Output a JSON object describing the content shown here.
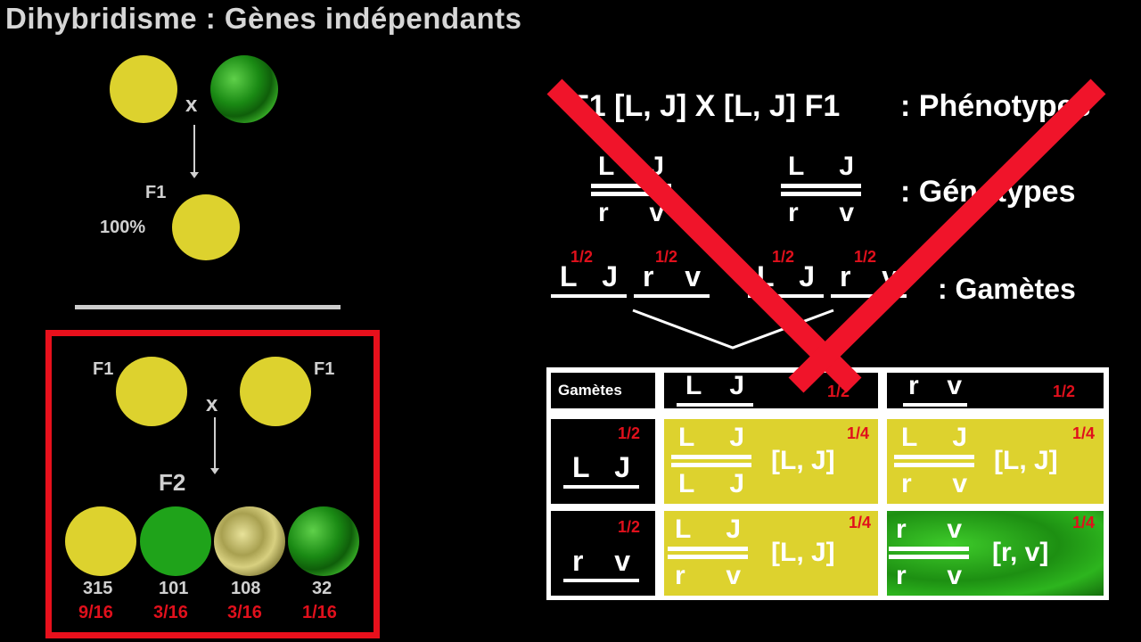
{
  "title": "Dihybridisme : Gènes indépendants",
  "left": {
    "cross_symbol": "x",
    "f1_label": "F1",
    "f1_percent": "100%",
    "box": {
      "f1_left": "F1",
      "f1_right": "F1",
      "cross_symbol": "x",
      "f2_label": "F2",
      "counts": [
        "315",
        "101",
        "108",
        "32"
      ],
      "ratios": [
        "9/16",
        "3/16",
        "3/16",
        "1/16"
      ]
    }
  },
  "right": {
    "phenotypes_line": "F1 [L, J] X [L, J] F1",
    "phenotypes_label": ": Phénotypes",
    "genotypes_label": ": Génotypes",
    "gametes_label": ": Gamètes",
    "genotype1": {
      "top": [
        "L",
        "J"
      ],
      "bottom": [
        "r",
        "v"
      ]
    },
    "genotype2": {
      "top": [
        "L",
        "J"
      ],
      "bottom": [
        "r",
        "v"
      ]
    },
    "gametes": [
      {
        "alleles": [
          "L",
          "J"
        ],
        "freq": "1/2"
      },
      {
        "alleles": [
          "r",
          "v"
        ],
        "freq": "1/2"
      },
      {
        "alleles": [
          "L",
          "J"
        ],
        "freq": "1/2"
      },
      {
        "alleles": [
          "r",
          "v"
        ],
        "freq": "1/2"
      }
    ]
  },
  "table": {
    "corner": "Gamètes",
    "col_headers": [
      {
        "alleles": [
          "L",
          "J"
        ],
        "freq": "1/2"
      },
      {
        "alleles": [
          "r",
          "v"
        ],
        "freq": "1/2"
      }
    ],
    "row_headers": [
      {
        "alleles": [
          "L",
          "J"
        ],
        "freq": "1/2"
      },
      {
        "alleles": [
          "r",
          "v"
        ],
        "freq": "1/2"
      }
    ],
    "cells": [
      [
        {
          "top": [
            "L",
            "J"
          ],
          "bottom": [
            "L",
            "J"
          ],
          "phenotype": "[L, J]",
          "freq": "1/4"
        },
        {
          "top": [
            "L",
            "J"
          ],
          "bottom": [
            "r",
            "v"
          ],
          "phenotype": "[L, J]",
          "freq": "1/4"
        }
      ],
      [
        {
          "top": [
            "L",
            "J"
          ],
          "bottom": [
            "r",
            "v"
          ],
          "phenotype": "[L, J]",
          "freq": "1/4"
        },
        {
          "top": [
            "r",
            "v"
          ],
          "bottom": [
            "r",
            "v"
          ],
          "phenotype": "[r, v]",
          "freq": "1/4"
        }
      ]
    ]
  },
  "colors": {
    "yellow": "#ddd22e",
    "green": "#1fa31a",
    "red": "#e0101c",
    "cross_out": "#f0142a"
  }
}
